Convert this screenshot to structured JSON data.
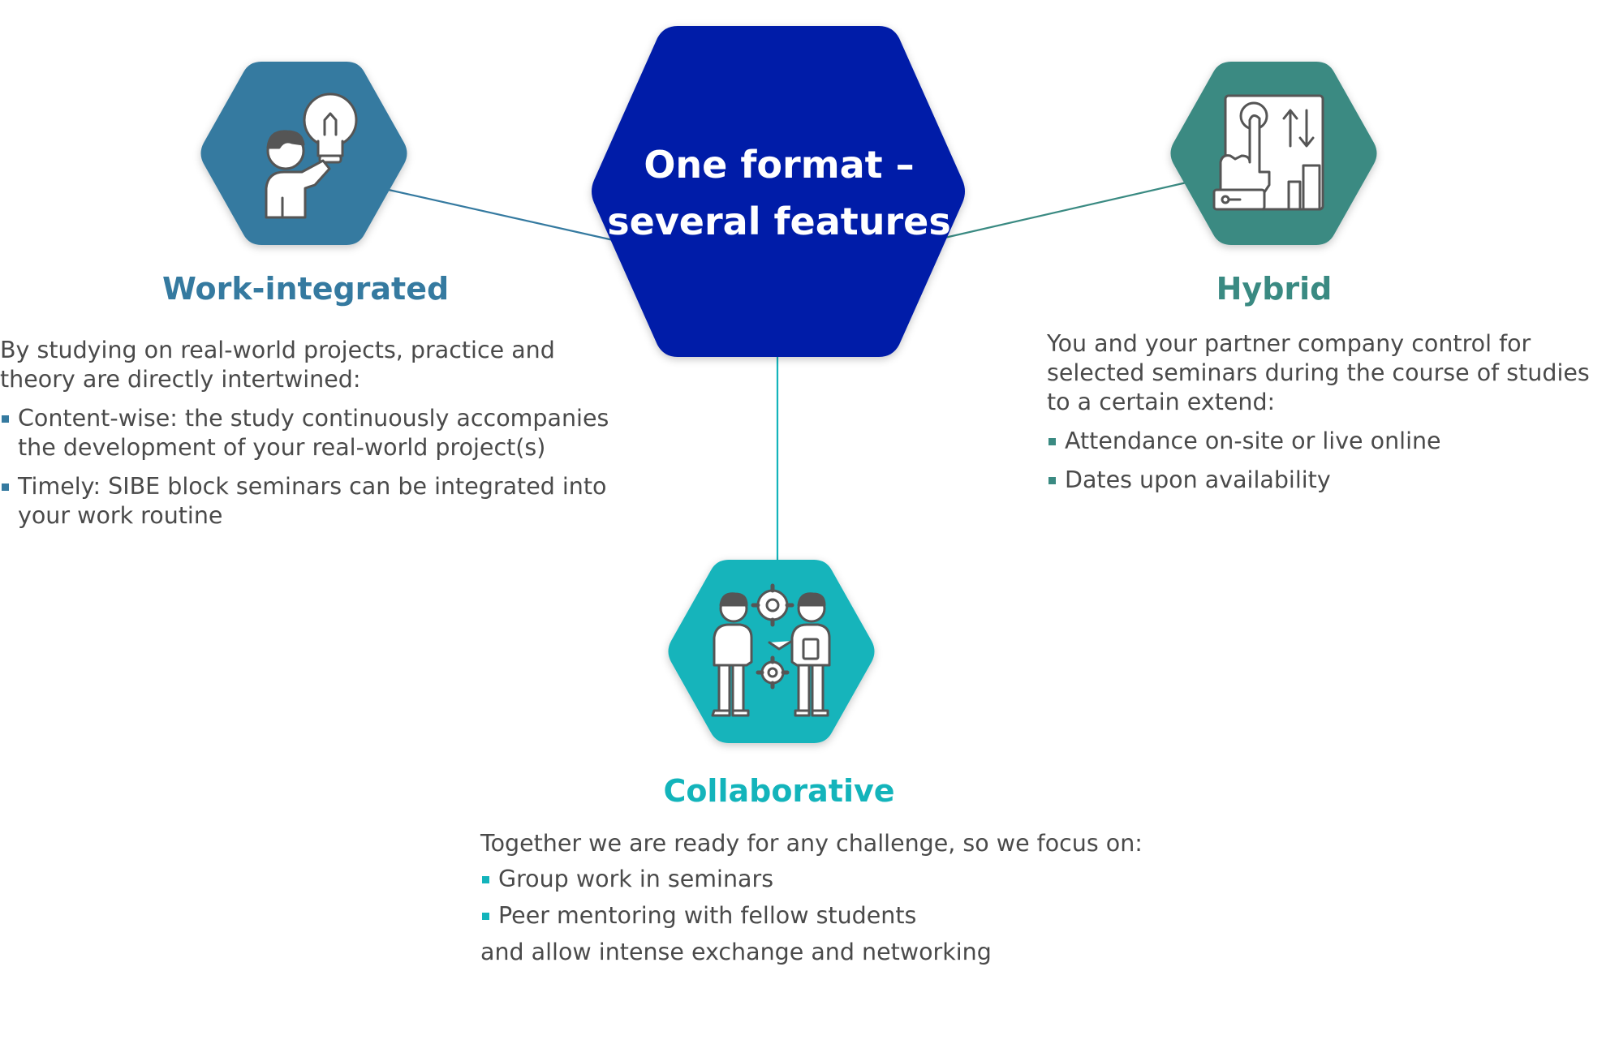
{
  "centre": {
    "line1": "One format –",
    "line2": "several features",
    "color": "#001ca8"
  },
  "work_integrated": {
    "title": "Work-integrated",
    "color": "#357aa0",
    "icon": "person-lightbulb-icon",
    "intro": "By studying on real-world projects, practice and theory are directly intertwined:",
    "bullets": [
      "Content-wise: the study continuously accompanies the development of your real-world project(s)",
      "Timely: SIBE block seminars can be integrated into your work routine"
    ]
  },
  "hybrid": {
    "title": "Hybrid",
    "color": "#3a8a82",
    "icon": "touch-control-panel-icon",
    "intro": "You and your partner company control for selected seminars during the course of studies to a certain extend:",
    "bullets": [
      "Attendance on-site or live online",
      "Dates upon availability"
    ]
  },
  "collaborative": {
    "title": "Collaborative",
    "color": "#13b4bb",
    "icon": "two-people-gears-icon",
    "intro": "Together we are ready for any challenge, so we focus on:",
    "bullets": [
      "Group work in seminars",
      "Peer mentoring with fellow students"
    ],
    "outro": "and allow intense exchange and networking"
  }
}
